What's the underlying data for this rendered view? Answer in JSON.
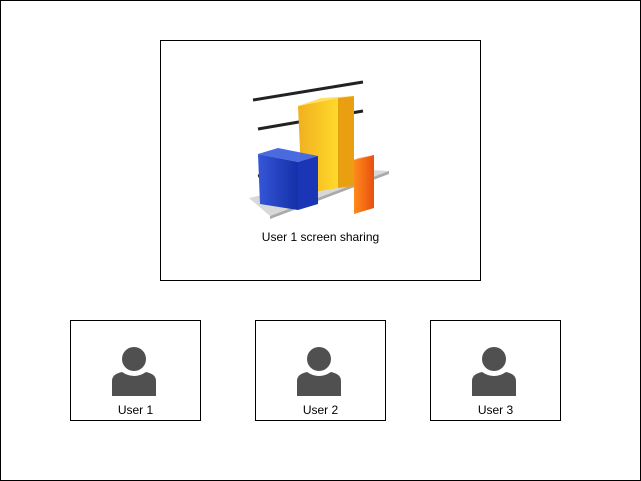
{
  "main_share": {
    "label": "User 1 screen sharing",
    "icon": "bar-chart-icon"
  },
  "participants": [
    {
      "label": "User 1",
      "icon": "user-icon"
    },
    {
      "label": "User 2",
      "icon": "user-icon"
    },
    {
      "label": "User 3",
      "icon": "user-icon"
    }
  ],
  "colors": {
    "blue": "#1f3fc0",
    "yellow": "#f5c518",
    "orange": "#f26a12",
    "user_icon": "#505050"
  }
}
